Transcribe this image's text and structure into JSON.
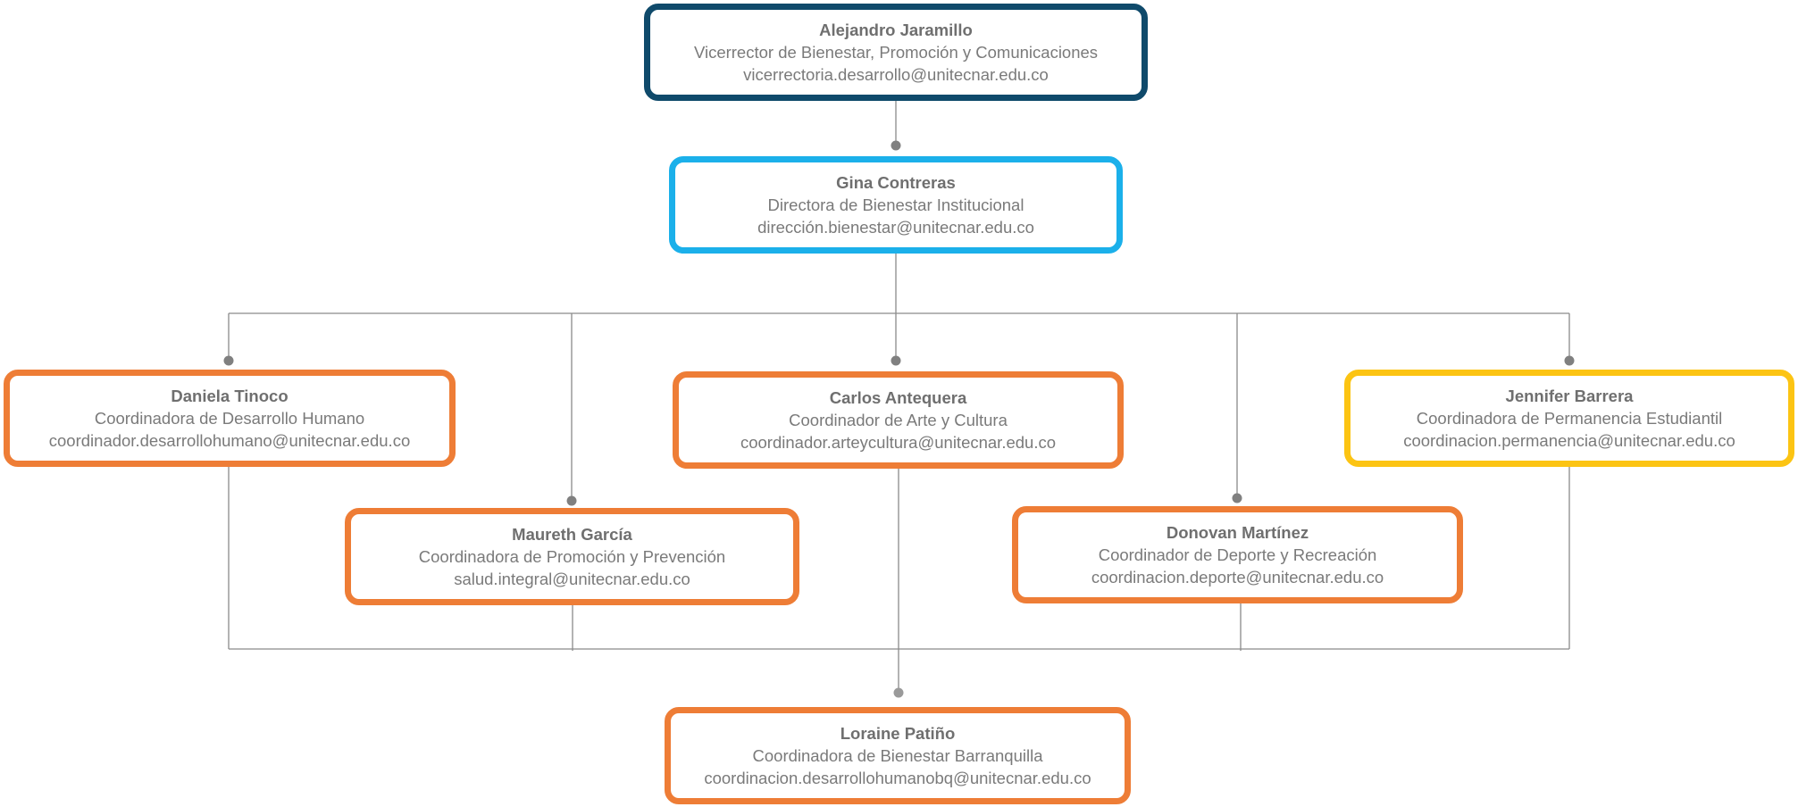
{
  "colors": {
    "level_1": "#0f4a6b",
    "level_2": "#1bb0ea",
    "coordinator": "#ee7d36",
    "highlight": "#fcc413",
    "connector": "#888888",
    "text": "#7a7a7a"
  },
  "nodes": {
    "jaramillo": {
      "name": "Alejandro Jaramillo",
      "role": "Vicerrector de Bienestar, Promoción y Comunicaciones",
      "email": "vicerrectoria.desarrollo@unitecnar.edu.co"
    },
    "contreras": {
      "name": "Gina Contreras",
      "role": "Directora de Bienestar Institucional",
      "email": "dirección.bienestar@unitecnar.edu.co"
    },
    "tinoco": {
      "name": "Daniela Tinoco",
      "role": "Coordinadora de Desarrollo Humano",
      "email": "coordinador.desarrollohumano@unitecnar.edu.co"
    },
    "antequera": {
      "name": "Carlos Antequera",
      "role": "Coordinador de Arte y Cultura",
      "email": "coordinador.arteycultura@unitecnar.edu.co"
    },
    "barrera": {
      "name": "Jennifer Barrera",
      "role": "Coordinadora de Permanencia Estudiantil",
      "email": "coordinacion.permanencia@unitecnar.edu.co"
    },
    "garcia": {
      "name": "Maureth García",
      "role": "Coordinadora de Promoción y Prevención",
      "email": "salud.integral@unitecnar.edu.co"
    },
    "martinez": {
      "name": "Donovan Martínez",
      "role": "Coordinador de Deporte y Recreación",
      "email": "coordinacion.deporte@unitecnar.edu.co"
    },
    "patino": {
      "name": "Loraine Patiño",
      "role": "Coordinadora de Bienestar Barranquilla",
      "email": "coordinacion.desarrollohumanobq@unitecnar.edu.co"
    }
  }
}
